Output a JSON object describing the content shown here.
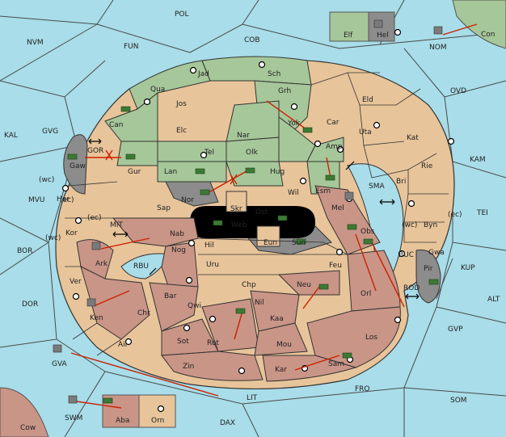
{
  "colors": {
    "sea": "#a8dde9",
    "sea_line": "#4a4a4a",
    "green": "#a6c799",
    "tan": "#e8c49a",
    "rose": "#c99587",
    "gray": "#8c8c8c",
    "black": "#000000",
    "order": "#cc2200",
    "unit": "#3c7a34"
  },
  "sea_labels": [
    {
      "id": "POL",
      "label": "POL"
    },
    {
      "id": "NVM",
      "label": "NVM"
    },
    {
      "id": "FUN",
      "label": "FUN"
    },
    {
      "id": "COB",
      "label": "COB"
    },
    {
      "id": "NOM",
      "label": "NOM"
    },
    {
      "id": "OVD",
      "label": "OVD"
    },
    {
      "id": "KAL",
      "label": "KAL"
    },
    {
      "id": "GVG",
      "label": "GVG"
    },
    {
      "id": "GOR",
      "label": "GOR"
    },
    {
      "id": "WC1",
      "label": "(wc)"
    },
    {
      "id": "MVU",
      "label": "MVU"
    },
    {
      "id": "EC1",
      "label": "(ec)"
    },
    {
      "id": "MIT",
      "label": "MIT"
    },
    {
      "id": "WC2",
      "label": "(wc)"
    },
    {
      "id": "BOR",
      "label": "BOR"
    },
    {
      "id": "RBU",
      "label": "RBU"
    },
    {
      "id": "DOR",
      "label": "DOR"
    },
    {
      "id": "GVA",
      "label": "GVA"
    },
    {
      "id": "SWM",
      "label": "SWM"
    },
    {
      "id": "LIT",
      "label": "LIT"
    },
    {
      "id": "DAX",
      "label": "DAX"
    },
    {
      "id": "FRO",
      "label": "FRO"
    },
    {
      "id": "SOM",
      "label": "SOM"
    },
    {
      "id": "GVP",
      "label": "GVP"
    },
    {
      "id": "ALT",
      "label": "ALT"
    },
    {
      "id": "KUP",
      "label": "KUP"
    },
    {
      "id": "ROD",
      "label": "ROD"
    },
    {
      "id": "BUC",
      "label": "BUC"
    },
    {
      "id": "TEI",
      "label": "TEI"
    },
    {
      "id": "KAM",
      "label": "KAM"
    },
    {
      "id": "SMA",
      "label": "SMA"
    },
    {
      "id": "WC3",
      "label": "(wc)"
    },
    {
      "id": "EC2",
      "label": "(ec)"
    },
    {
      "id": "EC3",
      "label": "(ec)"
    }
  ],
  "land_labels": [
    {
      "id": "Con",
      "label": "Con"
    },
    {
      "id": "Elf",
      "label": "Elf"
    },
    {
      "id": "Hel",
      "label": "Hel"
    },
    {
      "id": "Jad",
      "label": "Jad"
    },
    {
      "id": "Sch",
      "label": "Sch"
    },
    {
      "id": "Qua",
      "label": "Qua"
    },
    {
      "id": "Jos",
      "label": "Jos"
    },
    {
      "id": "Grh",
      "label": "Grh"
    },
    {
      "id": "Eld",
      "label": "Eld"
    },
    {
      "id": "Can",
      "label": "Can"
    },
    {
      "id": "Elc",
      "label": "Elc"
    },
    {
      "id": "Nar",
      "label": "Nar"
    },
    {
      "id": "Yok",
      "label": "Yok"
    },
    {
      "id": "Car",
      "label": "Car"
    },
    {
      "id": "Uta",
      "label": "Uta"
    },
    {
      "id": "Kat",
      "label": "Kat"
    },
    {
      "id": "Amp",
      "label": "Amp"
    },
    {
      "id": "Gaw",
      "label": "Gaw"
    },
    {
      "id": "Tel",
      "label": "Tel"
    },
    {
      "id": "Olk",
      "label": "Olk"
    },
    {
      "id": "Gur",
      "label": "Gur"
    },
    {
      "id": "Lan",
      "label": "Lan"
    },
    {
      "id": "Hug",
      "label": "Hug"
    },
    {
      "id": "Rie",
      "label": "Rie"
    },
    {
      "id": "Esm",
      "label": "Esm"
    },
    {
      "id": "Bri",
      "label": "Bri"
    },
    {
      "id": "Her",
      "label": "Her"
    },
    {
      "id": "Nor",
      "label": "Nor"
    },
    {
      "id": "Wil",
      "label": "Wil"
    },
    {
      "id": "Skr",
      "label": "Skr"
    },
    {
      "id": "Sap",
      "label": "Sap"
    },
    {
      "id": "Ost",
      "label": "Ost"
    },
    {
      "id": "Mel",
      "label": "Mel"
    },
    {
      "id": "Kor",
      "label": "Kor"
    },
    {
      "id": "Web",
      "label": "Web"
    },
    {
      "id": "Byn",
      "label": "Byn"
    },
    {
      "id": "Nab",
      "label": "Nab"
    },
    {
      "id": "Eun",
      "label": "Eun"
    },
    {
      "id": "Sun",
      "label": "Sun"
    },
    {
      "id": "Obs",
      "label": "Obs"
    },
    {
      "id": "Hil",
      "label": "Hil"
    },
    {
      "id": "Gwa",
      "label": "Gwa"
    },
    {
      "id": "Nog",
      "label": "Nog"
    },
    {
      "id": "Ark",
      "label": "Ark"
    },
    {
      "id": "Uru",
      "label": "Uru"
    },
    {
      "id": "Feu",
      "label": "Feu"
    },
    {
      "id": "Pir",
      "label": "Pir"
    },
    {
      "id": "Ver",
      "label": "Ver"
    },
    {
      "id": "Chp",
      "label": "Chp"
    },
    {
      "id": "Neu",
      "label": "Neu"
    },
    {
      "id": "Orl",
      "label": "Orl"
    },
    {
      "id": "Bar",
      "label": "Bar"
    },
    {
      "id": "Qwi",
      "label": "Qwi"
    },
    {
      "id": "Nil",
      "label": "Nil"
    },
    {
      "id": "Ken",
      "label": "Ken"
    },
    {
      "id": "Chr",
      "label": "Chr"
    },
    {
      "id": "Kaa",
      "label": "Kaa"
    },
    {
      "id": "Sot",
      "label": "Sot"
    },
    {
      "id": "Rot",
      "label": "Rot"
    },
    {
      "id": "Los",
      "label": "Los"
    },
    {
      "id": "Ail",
      "label": "Ail"
    },
    {
      "id": "Mou",
      "label": "Mou"
    },
    {
      "id": "Zin",
      "label": "Zin"
    },
    {
      "id": "Kar",
      "label": "Kar"
    },
    {
      "id": "Sam",
      "label": "Sam"
    },
    {
      "id": "Aba",
      "label": "Aba"
    },
    {
      "id": "Orn",
      "label": "Orn"
    },
    {
      "id": "Cow",
      "label": "Cow"
    }
  ]
}
